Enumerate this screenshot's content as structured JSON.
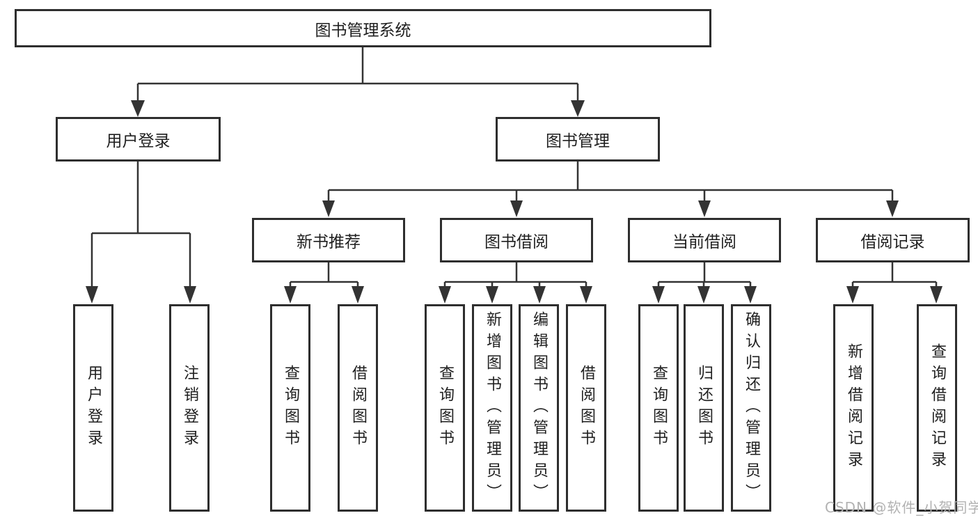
{
  "watermark": "CSDN @软件_小贺同学",
  "colors": {
    "line": "#333333",
    "box_border": "#2e2e2e",
    "text": "#1f1f1f",
    "watermark_text": "#b2b2b2",
    "background": "#ffffff"
  },
  "nodes": {
    "root": "图书管理系统",
    "user_login": "用户登录",
    "book_management": "图书管理",
    "new_book_recommend": "新书推荐",
    "book_borrow": "图书借阅",
    "current_borrow": "当前借阅",
    "borrow_records": "借阅记录",
    "leaves": {
      "user_login": "用户登录",
      "logout": "注销登录",
      "nb_query_books": "查询图书",
      "nb_borrow_books": "借阅图书",
      "bb_query_books": "查询图书",
      "bb_add_books_admin": "新增图书（管理员）",
      "bb_edit_books_admin": "编辑图书（管理员）",
      "bb_borrow_books": "借阅图书",
      "cb_query_books": "查询图书",
      "cb_return_books": "归还图书",
      "cb_confirm_return_admin": "确认归还（管理员）",
      "br_add_record": "新增借阅记录",
      "br_query_record": "查询借阅记录"
    }
  }
}
